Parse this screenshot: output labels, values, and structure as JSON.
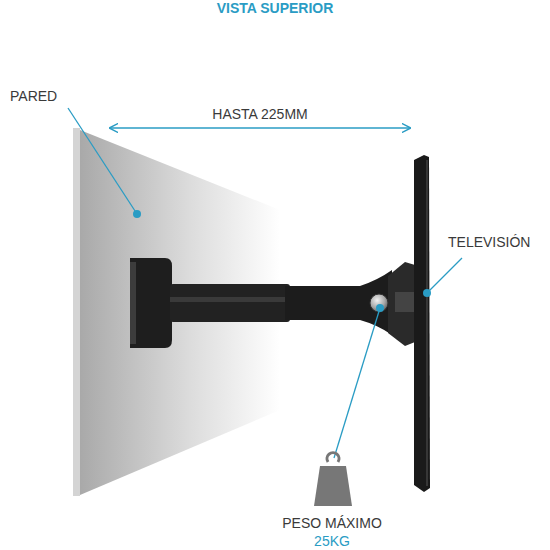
{
  "diagram": {
    "title": "VISTA SUPERIOR",
    "labels": [
      "PARED",
      "HASTA 225MM",
      "TELEVISIÓN",
      "PESO MÁXIMO",
      "25KG"
    ]
  }
}
